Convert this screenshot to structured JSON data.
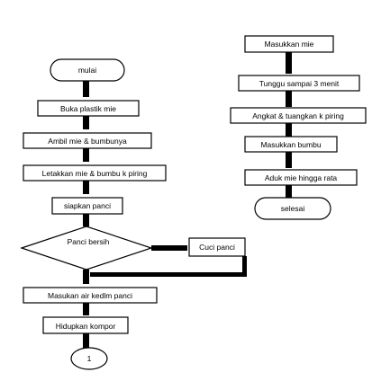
{
  "flowchart": {
    "left": {
      "start": "mulai",
      "steps": [
        "Buka plastik mie",
        "Ambil mie & bumbunya",
        "Letakkan mie & bumbu k piring",
        "siapkan panci"
      ],
      "decision": "Panci bersih",
      "side_step": "Cuci panci",
      "steps_after": [
        "Masukan air kedlm panci",
        "Hidupkan kompor"
      ],
      "connector": "1"
    },
    "right": {
      "steps": [
        "Masukkan mie",
        "Tunggu sampai 3 menit",
        "Angkat & tuangkan k piring",
        "Masukkan bumbu",
        "Aduk mie hingga rata"
      ],
      "end": "selesai"
    }
  }
}
